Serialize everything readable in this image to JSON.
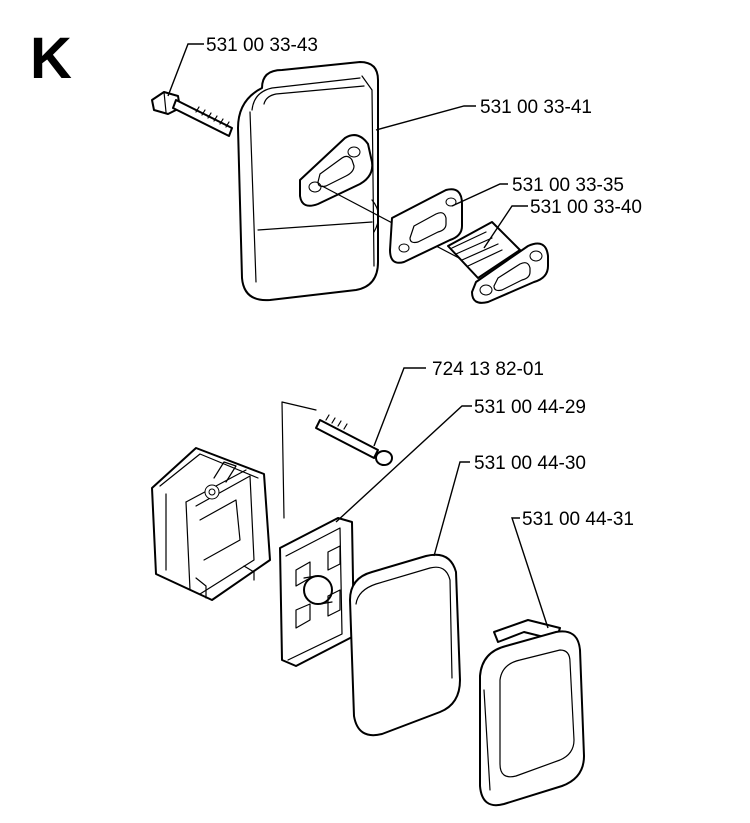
{
  "diagram": {
    "section_letter": "K",
    "parts": [
      {
        "id": "bolt-muffler",
        "number": "531 00 33-43"
      },
      {
        "id": "muffler",
        "number": "531 00 33-41"
      },
      {
        "id": "gasket-muffler",
        "number": "531 00 33-35"
      },
      {
        "id": "exhaust-flange",
        "number": "531 00 33-40"
      },
      {
        "id": "screw-air-filter",
        "number": "724 13 82-01"
      },
      {
        "id": "filter-support",
        "number": "531 00 44-29"
      },
      {
        "id": "air-filter",
        "number": "531 00 44-30"
      },
      {
        "id": "filter-cover",
        "number": "531 00 44-31"
      }
    ]
  }
}
